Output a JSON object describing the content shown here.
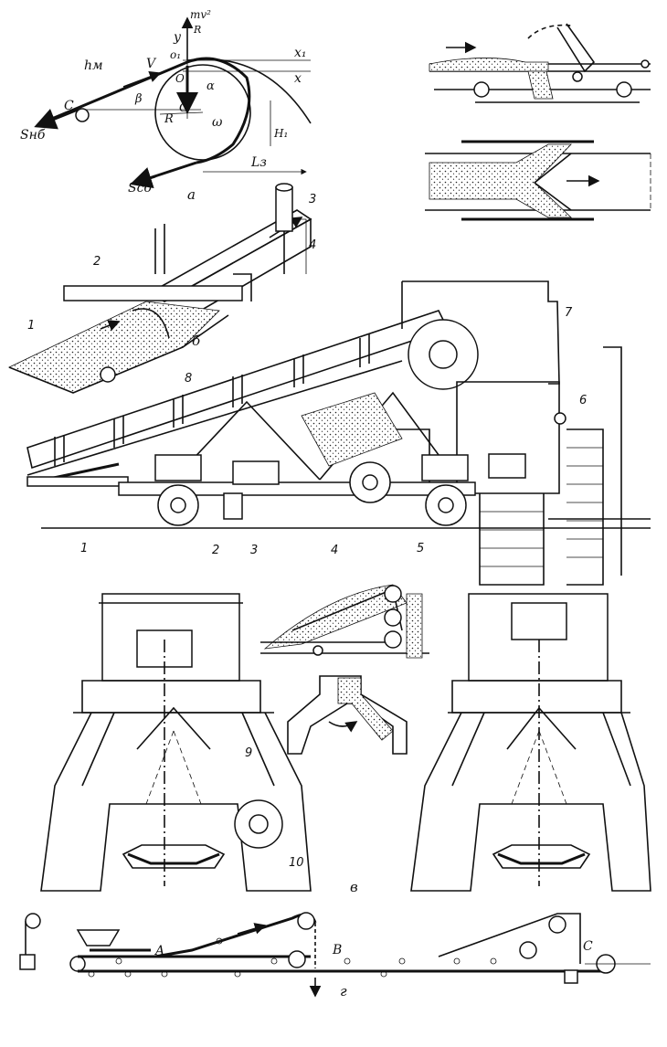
{
  "panel_letters": {
    "a": "а",
    "b": "б",
    "v": "в",
    "g": "г"
  },
  "diagram_a": {
    "mv2": "mv²",
    "R_over": "R",
    "y": "y",
    "o1": "o₁",
    "o": "O",
    "x1": "x₁",
    "x": "x",
    "hm": "hм",
    "V": "V",
    "C": "C",
    "beta": "β",
    "alpha": "α",
    "G": "G",
    "R": "R",
    "omega": "ω",
    "H1": "H₁",
    "Snb": "Sнб",
    "Ssb": "Sсб",
    "L3": "Lз"
  },
  "callouts": {
    "n1": "1",
    "n2": "2",
    "n3": "3",
    "n4": "4",
    "n5": "5",
    "n6": "6",
    "n7": "7",
    "n8": "8",
    "n9": "9",
    "n10": "10"
  },
  "diagram_g": {
    "A": "A",
    "B": "B",
    "C": "C"
  }
}
